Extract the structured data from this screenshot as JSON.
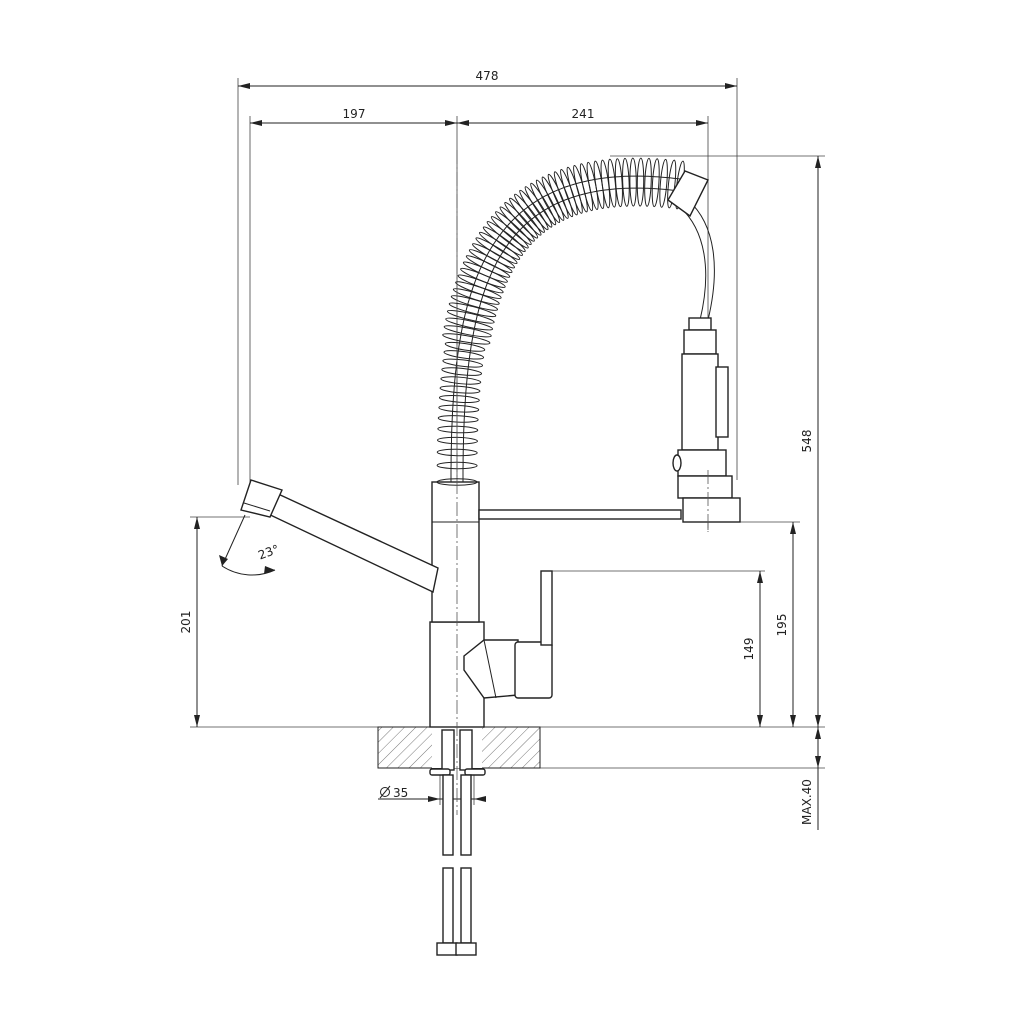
{
  "dimensions": {
    "overall_width": "478",
    "left_reach": "197",
    "right_reach": "241",
    "total_height": "548",
    "spout_height": "201",
    "head_height": "195",
    "lever_height": "149",
    "spout_angle": "23°",
    "hole_diameter": "35",
    "max_thickness": "MAX.40"
  },
  "icons": {
    "diameter": "diameter-symbol-icon"
  }
}
